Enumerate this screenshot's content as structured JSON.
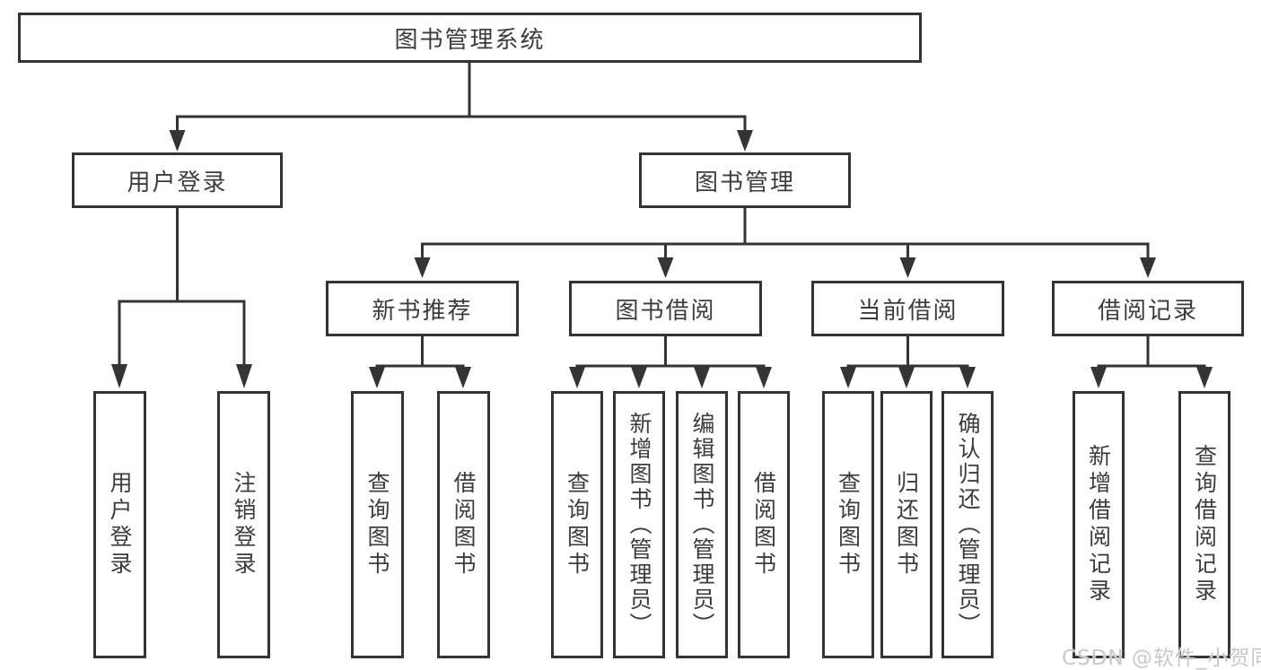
{
  "diagram": {
    "root": {
      "label": "图书管理系统",
      "children": [
        {
          "label": "用户登录",
          "children": [
            {
              "label": "用户登录"
            },
            {
              "label": "注销登录"
            }
          ]
        },
        {
          "label": "图书管理",
          "children": [
            {
              "label": "新书推荐",
              "children": [
                {
                  "label": "查询图书"
                },
                {
                  "label": "借阅图书"
                }
              ]
            },
            {
              "label": "图书借阅",
              "children": [
                {
                  "label": "查询图书"
                },
                {
                  "label": "新增图书（管理员）"
                },
                {
                  "label": "编辑图书（管理员）"
                },
                {
                  "label": "借阅图书"
                }
              ]
            },
            {
              "label": "当前借阅",
              "children": [
                {
                  "label": "查询图书"
                },
                {
                  "label": "归还图书"
                },
                {
                  "label": "确认归还（管理员）"
                }
              ]
            },
            {
              "label": "借阅记录",
              "children": [
                {
                  "label": "新增借阅记录"
                },
                {
                  "label": "查询借阅记录"
                }
              ]
            }
          ]
        }
      ]
    }
  },
  "watermark": {
    "text": "CSDN @软件_小贺同学"
  },
  "colors": {
    "line": "#343434",
    "box_border": "#343434",
    "text": "#3c3c3c",
    "background": "#ffffff",
    "watermark": "#c8c8c8"
  }
}
